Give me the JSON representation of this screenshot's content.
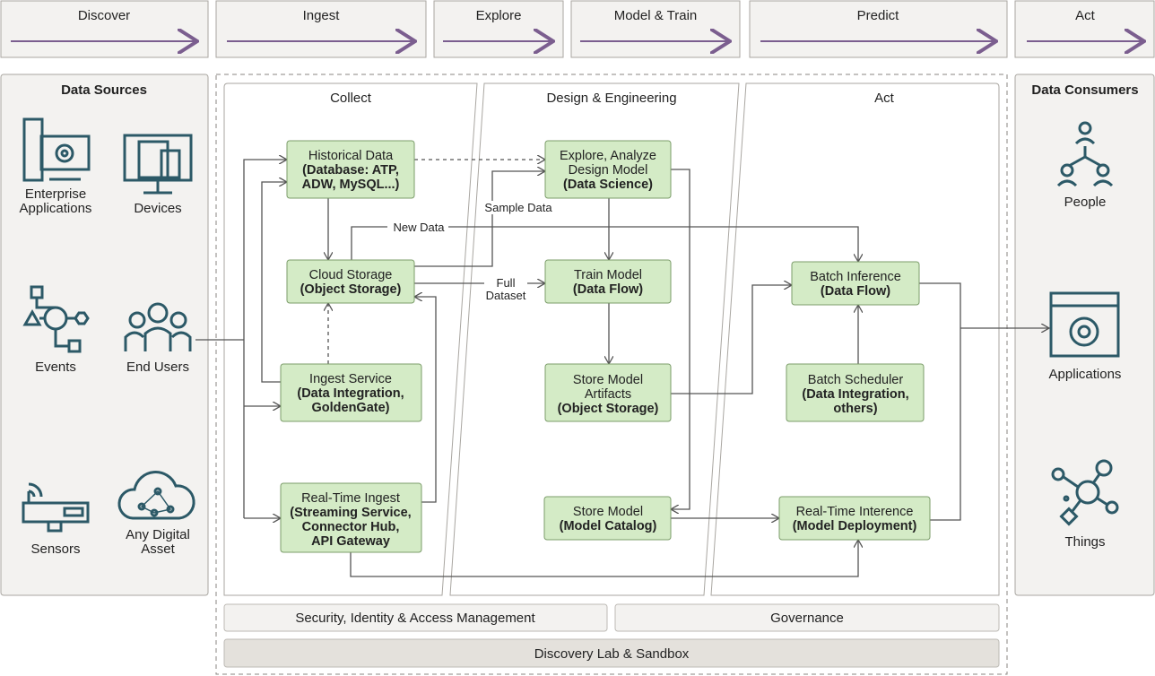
{
  "phases": [
    "Discover",
    "Ingest",
    "Explore",
    "Model & Train",
    "Predict",
    "Act"
  ],
  "data_sources": {
    "title": "Data Sources",
    "items": [
      "Enterprise",
      "Applications",
      "Devices",
      "Events",
      "End Users",
      "Sensors",
      "Any Digital",
      "Asset"
    ]
  },
  "data_consumers": {
    "title": "Data Consumers",
    "items": [
      "People",
      "Applications",
      "Things"
    ]
  },
  "sections": [
    "Collect",
    "Design & Engineering",
    "Act"
  ],
  "boxes": {
    "historical": [
      "Historical Data",
      "(Database: ATP,",
      "ADW, MySQL...)"
    ],
    "cloud": [
      "Cloud Storage",
      "(Object Storage)"
    ],
    "ingest": [
      "Ingest Service",
      "(Data Integration,",
      "GoldenGate)"
    ],
    "realtime_ingest": [
      "Real-Time Ingest",
      "(Streaming Service,",
      "Connector Hub,",
      "API Gateway"
    ],
    "explore": [
      "Explore, Analyze",
      "Design Model",
      "(Data Science)"
    ],
    "train": [
      "Train Model",
      "(Data Flow)"
    ],
    "artifacts": [
      "Store Model",
      "Artifacts",
      "(Object Storage)"
    ],
    "catalog": [
      "Store Model",
      "(Model Catalog)"
    ],
    "batch_inference": [
      "Batch Inference",
      "(Data Flow)"
    ],
    "scheduler": [
      "Batch Scheduler",
      "(Data Integration,",
      "others)"
    ],
    "rt_inference": [
      "Real-Time Interence",
      "(Model Deployment)"
    ]
  },
  "edge_labels": {
    "sample": "Sample Data",
    "new": "New Data",
    "full": [
      "Full",
      "Dataset"
    ]
  },
  "bottom": {
    "security": "Security, Identity & Access Management",
    "governance": "Governance",
    "lab": "Discovery Lab & Sandbox"
  },
  "colors": {
    "arrow": "#7b5e8f",
    "icon": "#2c5967",
    "box_fill": "#d4ebc6",
    "box_border": "#7b9c69",
    "panel": "#f3f2f0"
  }
}
